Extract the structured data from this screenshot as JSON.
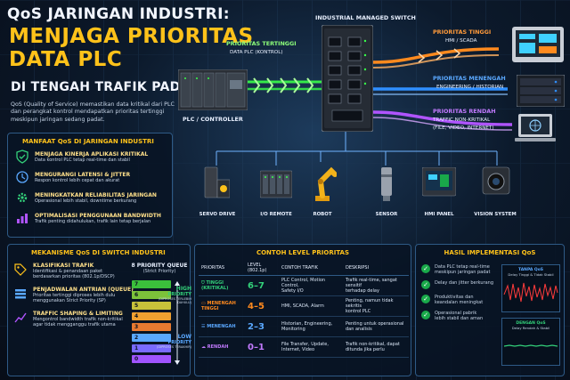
{
  "header": {
    "title": "QoS JARINGAN INDUSTRI:",
    "headline_1": "MENJAGA PRIORITAS",
    "headline_2": "DATA PLC",
    "subtitle": "DI TENGAH TRAFIK PADAT",
    "description": "QoS (Quality of Service) memastikan data kritikal dari PLC dan perangkat kontrol mendapatkan prioritas tertinggi meskipun jaringan sedang padat."
  },
  "diagram": {
    "switch_label": "INDUSTRIAL MANAGED SWITCH",
    "plc_label": "PLC / CONTROLLER",
    "input": {
      "title": "PRIORITAS TERTINGGI",
      "detail": "DATA PLC (KONTROL)"
    },
    "outputs": [
      {
        "title": "PRIORITAS TINGGI",
        "detail": "HMI / SCADA",
        "color": "#ff8a1e"
      },
      {
        "title": "PRIORITAS MENENGAH",
        "detail": "ENGINEERING / HISTORIAN",
        "color": "#2f8fff"
      },
      {
        "title": "PRIORITAS RENDAH",
        "detail_1": "TRAFFIC NON-KRITIKAL",
        "detail_2": "(FILE, VIDEO, INTERNET)",
        "color": "#b054ff"
      }
    ],
    "devices": [
      "SERVO DRIVE",
      "I/O REMOTE",
      "ROBOT",
      "SENSOR",
      "HMI PANEL",
      "VISION SYSTEM"
    ]
  },
  "benefits": {
    "title": "MANFAAT QoS DI JARINGAN INDUSTRI",
    "items": [
      {
        "title": "MENJAGA KINERJA APLIKASI KRITIKAL",
        "desc": "Data kontrol PLC tetap real-time dan stabil",
        "icon": "shield-check-icon"
      },
      {
        "title": "MENGURANGI LATENSI & JITTER",
        "desc": "Respon kontrol lebih cepat dan akurat",
        "icon": "clock-icon"
      },
      {
        "title": "MENINGKATKAN RELIABILITAS JARINGAN",
        "desc": "Operasional lebih stabil, downtime berkurang",
        "icon": "gear-icon"
      },
      {
        "title": "OPTIMALISASI PENGGUNAAN BANDWIDTH",
        "desc": "Trafik penting didahulukan, trafik lain tetap berjalan",
        "icon": "bandwidth-icon"
      }
    ]
  },
  "mechanism": {
    "title": "MEKANISME QoS DI SWITCH INDUSTRI",
    "items": [
      {
        "title": "KLASIFIKASI TRAFIK",
        "desc_1": "Identifikasi & penandaan paket",
        "desc_2": "berdasarkan prioritas (802.1p/DSCP)"
      },
      {
        "title": "PENJADWALAN ANTRIAN (QUEUE)",
        "desc_1": "Prioritas tertinggi diproses lebih dulu",
        "desc_2": "menggunakan Strict Priority (SP)"
      },
      {
        "title": "TRAFFIC SHAPING & LIMITING",
        "desc_1": "Mengontrol bandwidth trafik non-kritikal",
        "desc_2": "agar tidak mengganggu trafik utama"
      }
    ],
    "queue_title": "8 PRIORITY QUEUE",
    "queue_subtitle": "(Strict Priority)",
    "queues": [
      "7",
      "6",
      "5",
      "4",
      "3",
      "2",
      "1",
      "0"
    ],
    "high_label": "HIGH",
    "high_sub": "PRIORITY",
    "high_note": "(DIPROSES TERLEBIH DAHULU)",
    "low_label": "LOW",
    "low_sub": "PRIORITY",
    "low_note": "(DIPROSES TERAKHIR)"
  },
  "levels": {
    "title": "CONTOH LEVEL PRIORITAS",
    "headers": [
      "PRIORITAS",
      "LEVEL (802.1p)",
      "CONTOH TRAFIK",
      "DESKRIPSI"
    ],
    "rows": [
      {
        "name_1": "TINGGI",
        "name_2": "(KRITIKAL)",
        "level": "6–7",
        "traffic_1": "PLC Control, Motion Control,",
        "traffic_2": "Safety I/O",
        "desc_1": "Trafik real-time, sangat sensitif",
        "desc_2": "terhadap delay",
        "color": "#33d17a"
      },
      {
        "name_1": "MENENGAH",
        "name_2": "TINGGI",
        "level": "4–5",
        "traffic_1": "HMI, SCADA, Alarm",
        "traffic_2": "",
        "desc_1": "Penting, namun tidak sekritis",
        "desc_2": "kontrol PLC",
        "color": "#ff8a1e"
      },
      {
        "name_1": "MENENGAH",
        "name_2": "",
        "level": "2–3",
        "traffic_1": "Historian, Engineering,",
        "traffic_2": "Monitoring",
        "desc_1": "Penting untuk operasional",
        "desc_2": "dan analisis",
        "color": "#2f8fff"
      },
      {
        "name_1": "RENDAH",
        "name_2": "",
        "level": "0–1",
        "traffic_1": "File Transfer, Update,",
        "traffic_2": "Internet, Video",
        "desc_1": "Trafik non-kritikal, dapat",
        "desc_2": "ditunda jika perlu",
        "color": "#b054ff"
      }
    ]
  },
  "results": {
    "title": "HASIL IMPLEMENTASI QoS",
    "items": [
      {
        "line_1": "Data PLC tetap real-time",
        "line_2": "meskipun jaringan padat"
      },
      {
        "line_1": "Delay dan jitter berkurang",
        "line_2": ""
      },
      {
        "line_1": "Produktivitas dan",
        "line_2": "keandalan meningkat"
      },
      {
        "line_1": "Operasional pabrik",
        "line_2": "lebih stabil dan aman"
      }
    ],
    "chart_no_qos_title": "TANPA QoS",
    "chart_no_qos_sub": "Delay Tinggi & Tidak Stabil",
    "chart_qos_title": "DENGAN QoS",
    "chart_qos_sub": "Delay Rendah & Stabil"
  }
}
